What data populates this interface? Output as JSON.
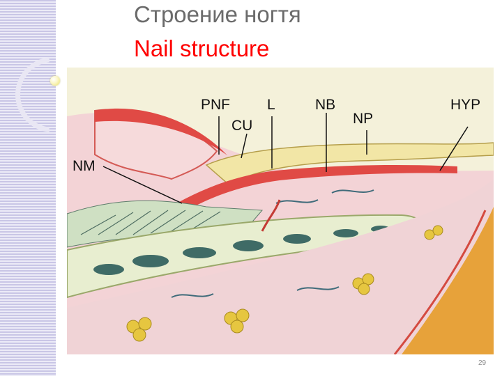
{
  "title": {
    "russian": "Строение ногтя",
    "english": "Nail structure"
  },
  "diagram": {
    "labels": {
      "pnf": "PNF",
      "l": "L",
      "nb": "NB",
      "hyp": "HYP",
      "cu": "CU",
      "np": "NP",
      "nm": "NM"
    }
  },
  "page_number": "29",
  "colors": {
    "title_ru": "#6b6b6b",
    "title_en": "#ff0000",
    "stripe": "#c9c6e6",
    "tissue_pink": "#f3d3d6",
    "nail_red": "#e04a45",
    "nail_plate": "#f2e6a6"
  }
}
